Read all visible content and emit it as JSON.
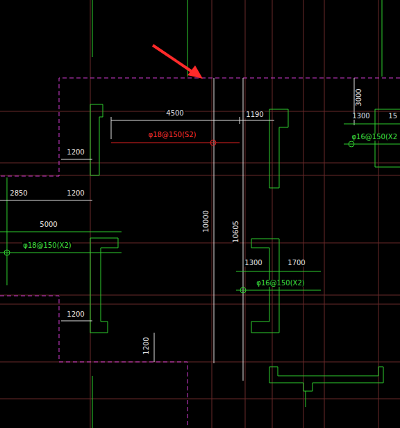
{
  "diagram": {
    "labels": [
      "4500",
      "1190",
      "3000",
      "1300",
      "15",
      "φ18@150(S2)",
      "φ16@150(X2",
      "1200",
      "2850",
      "1200",
      "5000",
      "φ18@150(X2)",
      "10000",
      "10605",
      "1300",
      "1700",
      "φ16@150(X2)",
      "1200",
      "1200"
    ]
  }
}
